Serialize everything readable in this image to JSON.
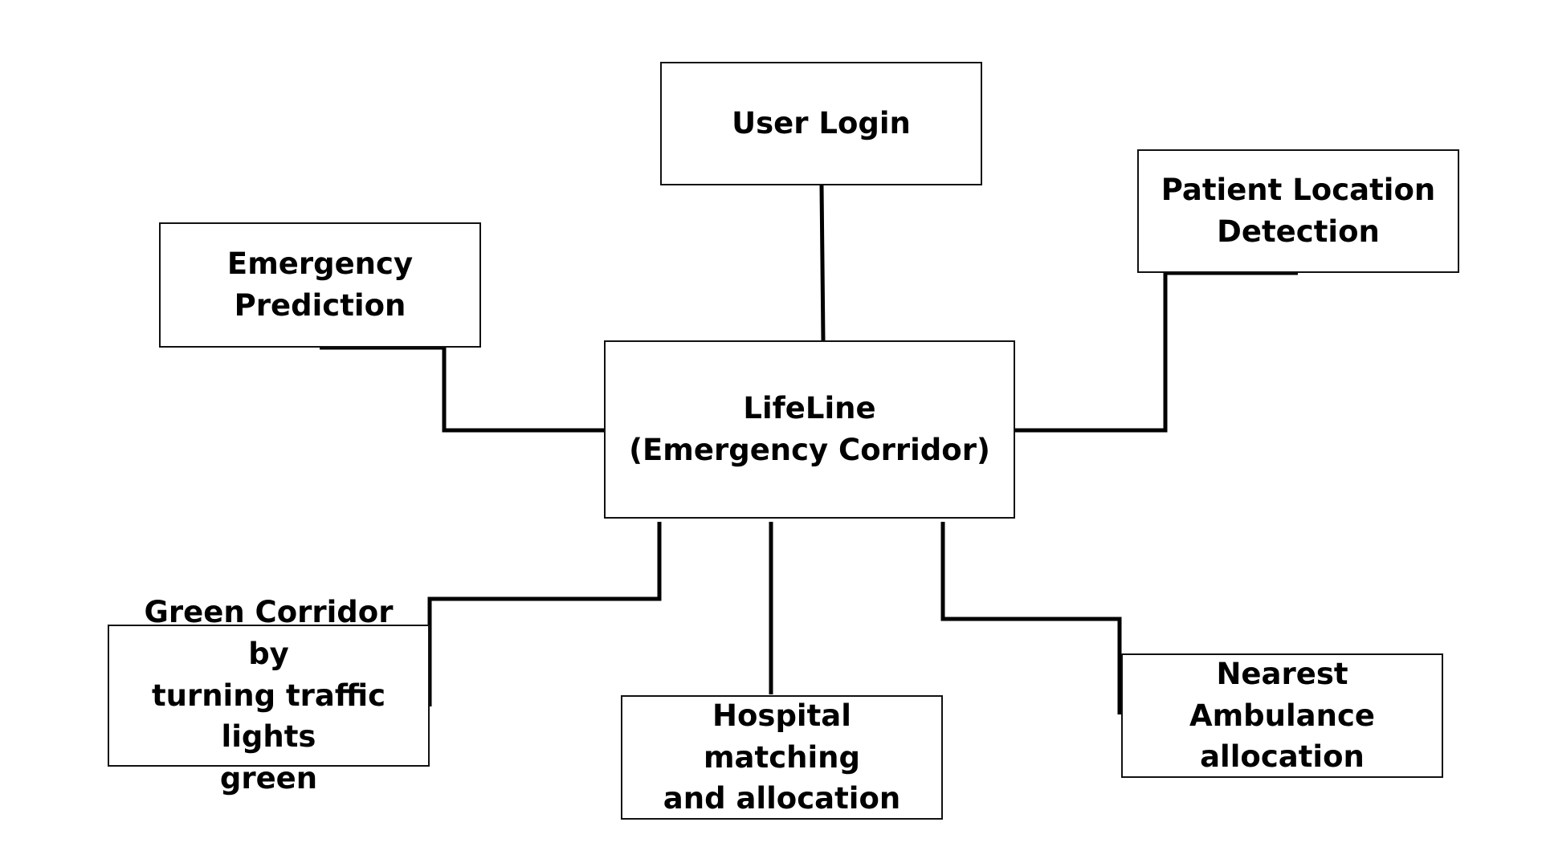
{
  "diagram": {
    "center": {
      "label": "LifeLine\n(Emergency Corridor)"
    },
    "nodes": {
      "user_login": {
        "label": "User Login"
      },
      "patient_location": {
        "label": "Patient Location\nDetection"
      },
      "emergency_prediction": {
        "label": "Emergency\nPrediction"
      },
      "green_corridor": {
        "label": "Green Corridor by\nturning traffic lights\ngreen"
      },
      "hospital_matching": {
        "label": "Hospital matching\nand allocation"
      },
      "nearest_ambulance": {
        "label": "Nearest Ambulance\nallocation"
      }
    },
    "colors": {
      "stroke": "#000000",
      "box_border": "#111111",
      "background": "#ffffff"
    }
  }
}
